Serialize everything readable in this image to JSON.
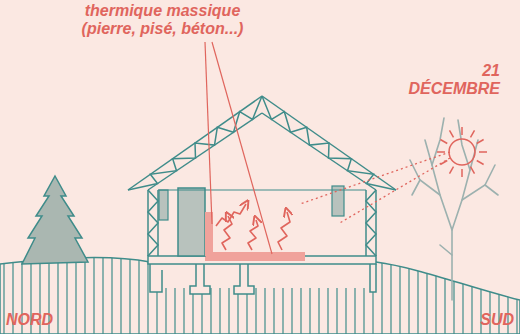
{
  "diagram": {
    "labels": [
      "thermique massique (pierre, pisé, béton...)",
      "21 DÉCEMBRE",
      "NORD",
      "SUD"
    ]
  }
}
